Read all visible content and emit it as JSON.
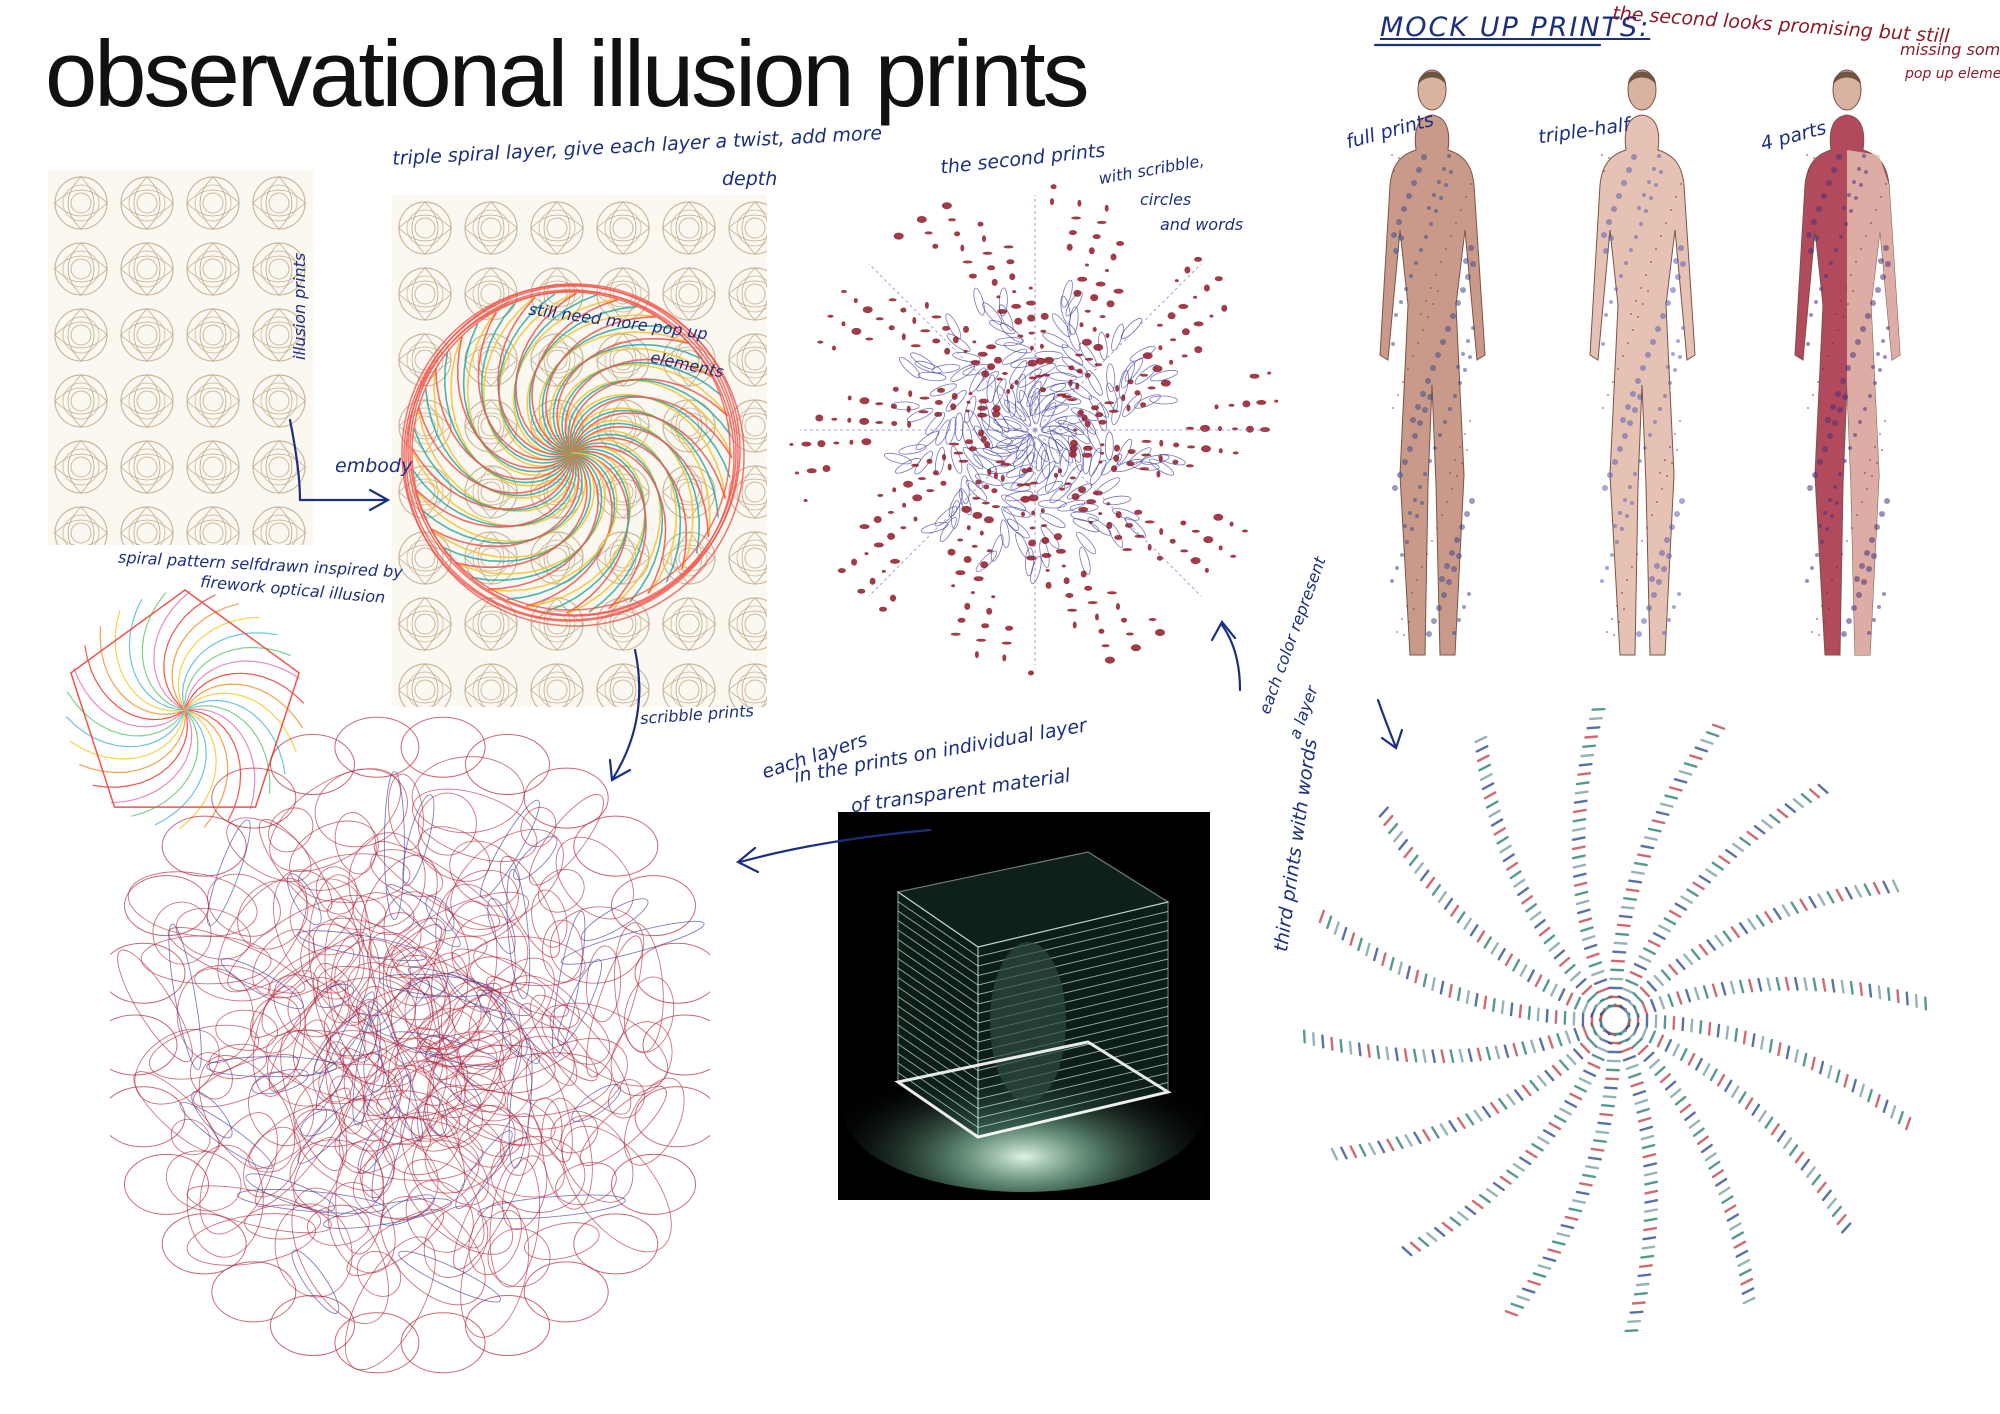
{
  "title": "observational illusion prints",
  "annotations": {
    "triple_spiral": "triple spiral layer, give each layer a twist, add more",
    "triple_spiral_2": "depth",
    "still_need": "still need more pop up",
    "still_need_2": "elements",
    "illusion_prints": "illusion prints",
    "embody": "embody",
    "spiral_pattern": "spiral pattern selfdrawn inspired by",
    "spiral_pattern_2": "firework optical illusion",
    "scribble_prints": "scribble prints",
    "second_prints": "the second prints",
    "with_scribble": "with scribble,",
    "with_scribble_2": "circles",
    "with_scribble_3": "and words",
    "each_layers": "each layers",
    "each_layers_2": "in the prints on individual layer",
    "each_layers_3": "of transparent material",
    "each_color": "each color represent",
    "each_color_2": "a layer",
    "third_prints": "third prints with words",
    "mock_up": "MOCK UP PRINTS:",
    "mock_up_note": "the second looks promising but still",
    "mock_up_note_2": "missing some",
    "mock_up_note_3": "pop up elements",
    "full_prints": "full prints",
    "triple_half": "triple-half",
    "four_parts": "4 parts"
  },
  "colors": {
    "ink_blue": "#1c2f7e",
    "ink_red": "#8e1a28",
    "spiral_red": "#f2524a",
    "spiral_teal": "#2aa9a0",
    "spiral_yellow": "#f4c22e",
    "scribble_red": "#b3263c",
    "scribble_blue": "#3a3ba0",
    "tile_beige": "#c9b79a",
    "cube_bg": "#000000",
    "cube_glow": "#dff5e8"
  }
}
